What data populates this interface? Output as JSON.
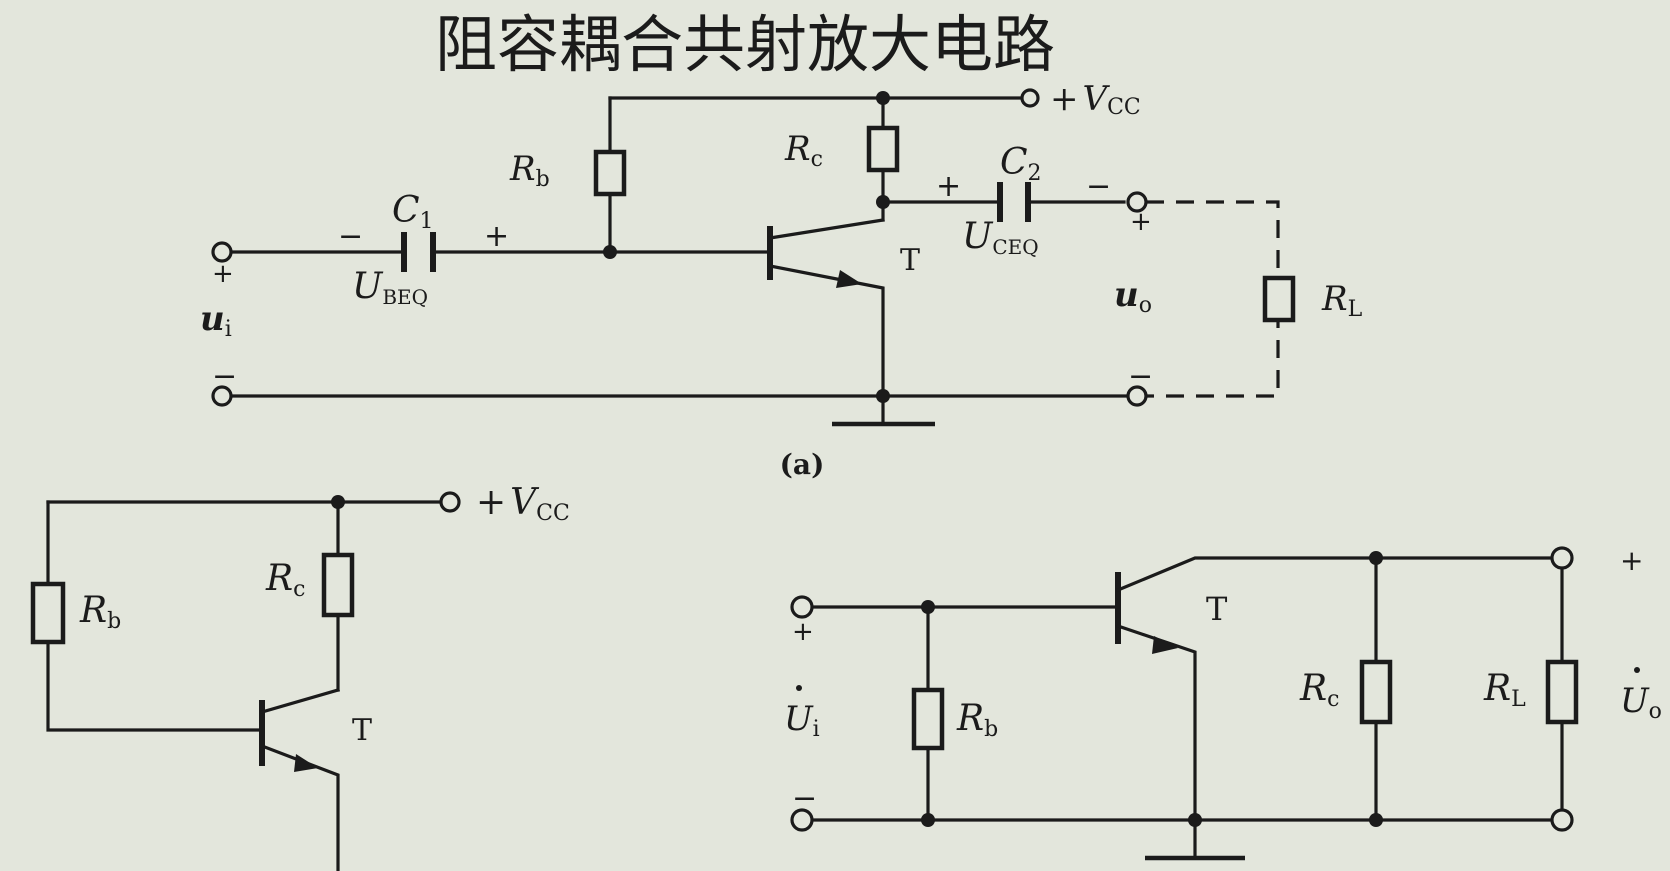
{
  "title": "阻容耦合共射放大电路",
  "figure_a_caption": "(a)",
  "symbols": {
    "vcc_plus": "+",
    "vcc_v": "V",
    "vcc_sub": "CC",
    "rb": "R",
    "rb_sub": "b",
    "rc": "R",
    "rc_sub": "c",
    "rl": "R",
    "rl_sub": "L",
    "c1": "C",
    "c1_sub": "1",
    "c2": "C",
    "c2_sub": "2",
    "ubeq": "U",
    "ubeq_sub": "BEQ",
    "uceq": "U",
    "uceq_sub": "CEQ",
    "transistor": "T",
    "ui": "u",
    "ui_sub": "i",
    "uo": "u",
    "uo_sub": "o",
    "Ui": "U",
    "Ui_sub": "i",
    "Uo": "U",
    "Uo_sub": "o"
  },
  "signs": {
    "plus": "+",
    "minus": "−"
  }
}
